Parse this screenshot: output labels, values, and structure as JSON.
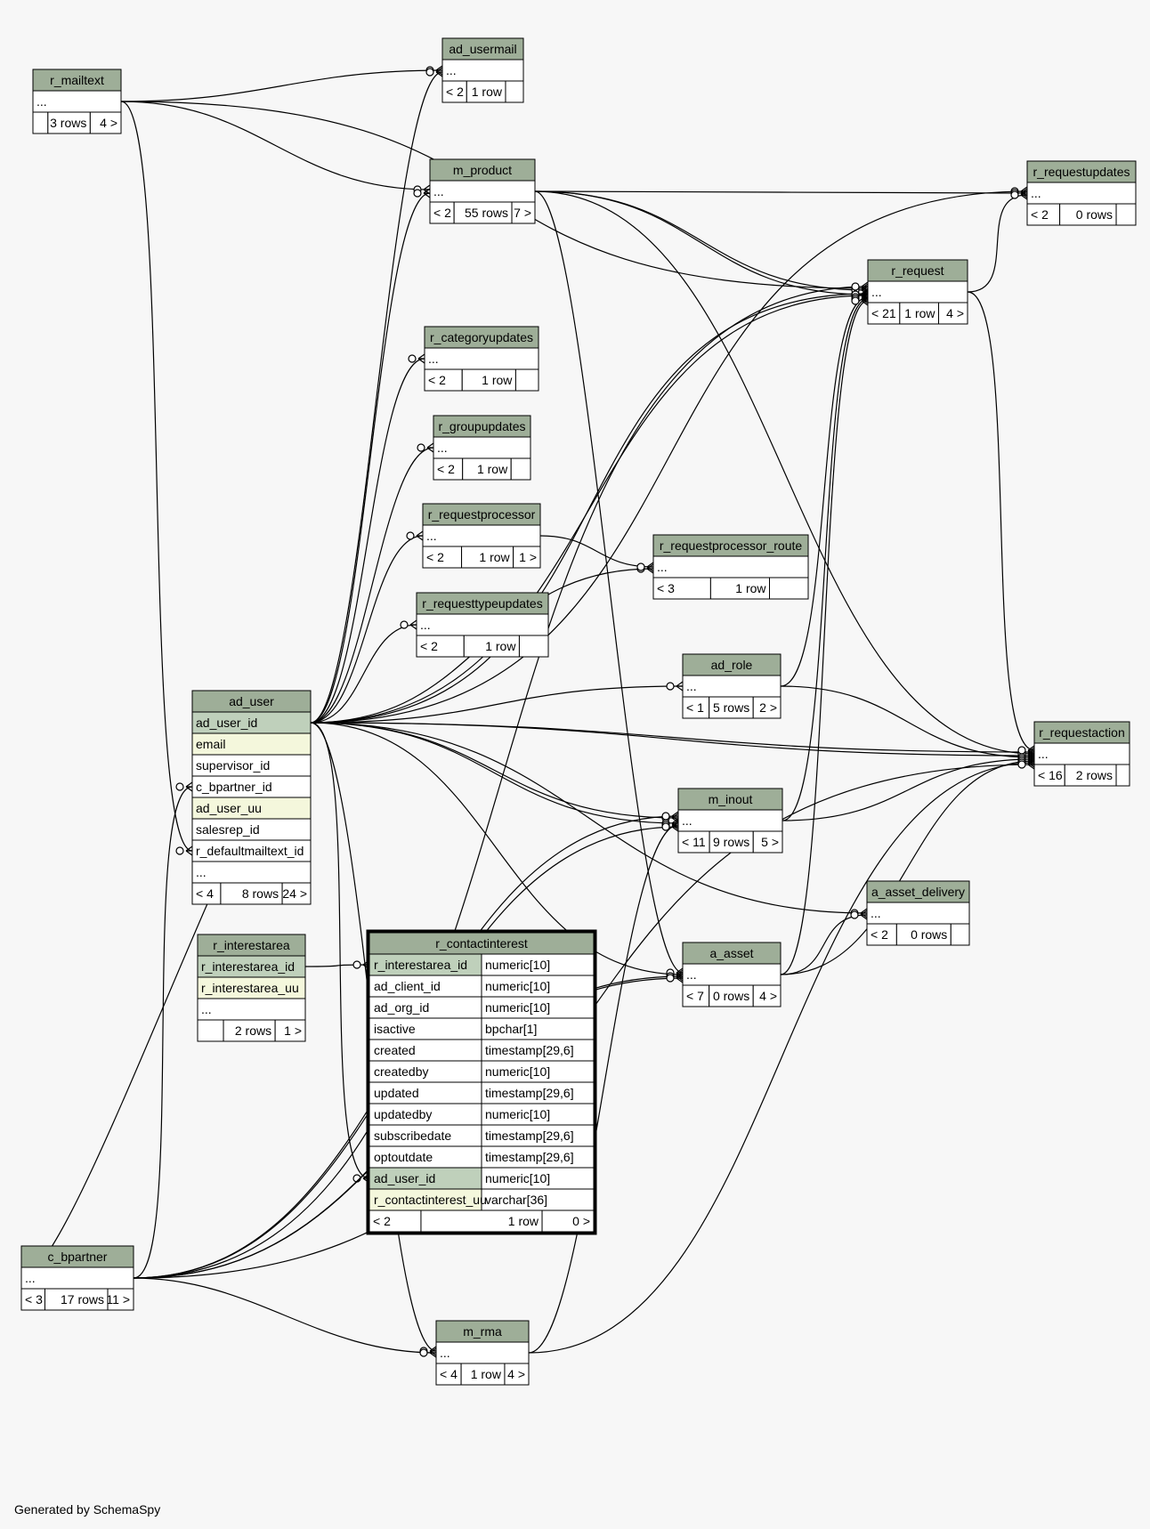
{
  "colors": {
    "background": "#f7f7f7",
    "header": "#9eae98",
    "primary_key": "#bfd0bb",
    "unique_key": "#f4f7dc",
    "row": "#ffffff",
    "border": "#000000",
    "edge": "#000000"
  },
  "footer": "Generated by SchemaSpy",
  "tables": [
    {
      "id": "r_mailtext",
      "name": "r_mailtext",
      "rows": [
        {
          "type": "plain",
          "cells": [
            "..."
          ]
        }
      ],
      "footer": [
        "",
        "3 rows",
        "4 >"
      ]
    },
    {
      "id": "ad_usermail",
      "name": "ad_usermail",
      "rows": [
        {
          "type": "plain",
          "cells": [
            "..."
          ]
        }
      ],
      "footer": [
        "< 2",
        "1 row",
        ""
      ]
    },
    {
      "id": "m_product",
      "name": "m_product",
      "rows": [
        {
          "type": "plain",
          "cells": [
            "..."
          ]
        }
      ],
      "footer": [
        "< 2",
        "55 rows",
        "7 >"
      ]
    },
    {
      "id": "r_requestupdates",
      "name": "r_requestupdates",
      "rows": [
        {
          "type": "plain",
          "cells": [
            "..."
          ]
        }
      ],
      "footer": [
        "< 2",
        "0 rows",
        ""
      ]
    },
    {
      "id": "r_request",
      "name": "r_request",
      "rows": [
        {
          "type": "plain",
          "cells": [
            "..."
          ]
        }
      ],
      "footer": [
        "< 21",
        "1 row",
        "4 >"
      ]
    },
    {
      "id": "r_categoryupdates",
      "name": "r_categoryupdates",
      "rows": [
        {
          "type": "plain",
          "cells": [
            "..."
          ]
        }
      ],
      "footer": [
        "< 2",
        "1 row",
        ""
      ]
    },
    {
      "id": "r_groupupdates",
      "name": "r_groupupdates",
      "rows": [
        {
          "type": "plain",
          "cells": [
            "..."
          ]
        }
      ],
      "footer": [
        "< 2",
        "1 row",
        ""
      ]
    },
    {
      "id": "r_requestprocessor",
      "name": "r_requestprocessor",
      "rows": [
        {
          "type": "plain",
          "cells": [
            "..."
          ]
        }
      ],
      "footer": [
        "< 2",
        "1 row",
        "1 >"
      ]
    },
    {
      "id": "r_requestprocessor_route",
      "name": "r_requestprocessor_route",
      "rows": [
        {
          "type": "plain",
          "cells": [
            "..."
          ]
        }
      ],
      "footer": [
        "< 3",
        "1 row",
        ""
      ]
    },
    {
      "id": "r_requesttypeupdates",
      "name": "r_requesttypeupdates",
      "rows": [
        {
          "type": "plain",
          "cells": [
            "..."
          ]
        }
      ],
      "footer": [
        "< 2",
        "1 row",
        ""
      ]
    },
    {
      "id": "ad_role",
      "name": "ad_role",
      "rows": [
        {
          "type": "plain",
          "cells": [
            "..."
          ]
        }
      ],
      "footer": [
        "< 1",
        "5 rows",
        "2 >"
      ]
    },
    {
      "id": "ad_user",
      "name": "ad_user",
      "rows": [
        {
          "type": "pk",
          "cells": [
            "ad_user_id"
          ]
        },
        {
          "type": "uk",
          "cells": [
            "email"
          ]
        },
        {
          "type": "plain",
          "cells": [
            "supervisor_id"
          ]
        },
        {
          "type": "plain",
          "cells": [
            "c_bpartner_id"
          ]
        },
        {
          "type": "uk",
          "cells": [
            "ad_user_uu"
          ]
        },
        {
          "type": "plain",
          "cells": [
            "salesrep_id"
          ]
        },
        {
          "type": "plain",
          "cells": [
            "r_defaultmailtext_id"
          ]
        },
        {
          "type": "plain",
          "cells": [
            "..."
          ]
        }
      ],
      "footer": [
        "< 4",
        "8 rows",
        "24 >"
      ]
    },
    {
      "id": "r_requestaction",
      "name": "r_requestaction",
      "rows": [
        {
          "type": "plain",
          "cells": [
            "..."
          ]
        }
      ],
      "footer": [
        "< 16",
        "2 rows",
        ""
      ]
    },
    {
      "id": "m_inout",
      "name": "m_inout",
      "rows": [
        {
          "type": "plain",
          "cells": [
            "..."
          ]
        }
      ],
      "footer": [
        "< 11",
        "9 rows",
        "5 >"
      ]
    },
    {
      "id": "a_asset_delivery",
      "name": "a_asset_delivery",
      "rows": [
        {
          "type": "plain",
          "cells": [
            "..."
          ]
        }
      ],
      "footer": [
        "< 2",
        "0 rows",
        ""
      ]
    },
    {
      "id": "r_interestarea",
      "name": "r_interestarea",
      "rows": [
        {
          "type": "pk",
          "cells": [
            "r_interestarea_id"
          ]
        },
        {
          "type": "uk",
          "cells": [
            "r_interestarea_uu"
          ]
        },
        {
          "type": "plain",
          "cells": [
            "..."
          ]
        }
      ],
      "footer": [
        "",
        "2 rows",
        "1 >"
      ]
    },
    {
      "id": "r_contactinterest",
      "name": "r_contactinterest",
      "focus": true,
      "rows": [
        {
          "type": "pk",
          "cells": [
            "r_interestarea_id",
            "numeric[10]"
          ]
        },
        {
          "type": "plain",
          "cells": [
            "ad_client_id",
            "numeric[10]"
          ]
        },
        {
          "type": "plain",
          "cells": [
            "ad_org_id",
            "numeric[10]"
          ]
        },
        {
          "type": "plain",
          "cells": [
            "isactive",
            "bpchar[1]"
          ]
        },
        {
          "type": "plain",
          "cells": [
            "created",
            "timestamp[29,6]"
          ]
        },
        {
          "type": "plain",
          "cells": [
            "createdby",
            "numeric[10]"
          ]
        },
        {
          "type": "plain",
          "cells": [
            "updated",
            "timestamp[29,6]"
          ]
        },
        {
          "type": "plain",
          "cells": [
            "updatedby",
            "numeric[10]"
          ]
        },
        {
          "type": "plain",
          "cells": [
            "subscribedate",
            "timestamp[29,6]"
          ]
        },
        {
          "type": "plain",
          "cells": [
            "optoutdate",
            "timestamp[29,6]"
          ]
        },
        {
          "type": "pk",
          "cells": [
            "ad_user_id",
            "numeric[10]"
          ]
        },
        {
          "type": "uk",
          "cells": [
            "r_contactinterest_uu",
            "varchar[36]"
          ]
        }
      ],
      "footer": [
        "< 2",
        "1 row",
        "0 >"
      ]
    },
    {
      "id": "a_asset",
      "name": "a_asset",
      "rows": [
        {
          "type": "plain",
          "cells": [
            "..."
          ]
        }
      ],
      "footer": [
        "< 7",
        "0 rows",
        "4 >"
      ]
    },
    {
      "id": "c_bpartner",
      "name": "c_bpartner",
      "rows": [
        {
          "type": "plain",
          "cells": [
            "..."
          ]
        }
      ],
      "footer": [
        "< 3",
        "17 rows",
        "11 >"
      ]
    },
    {
      "id": "m_rma",
      "name": "m_rma",
      "rows": [
        {
          "type": "plain",
          "cells": [
            "..."
          ]
        }
      ],
      "footer": [
        "< 4",
        "1 row",
        "4 >"
      ]
    }
  ]
}
